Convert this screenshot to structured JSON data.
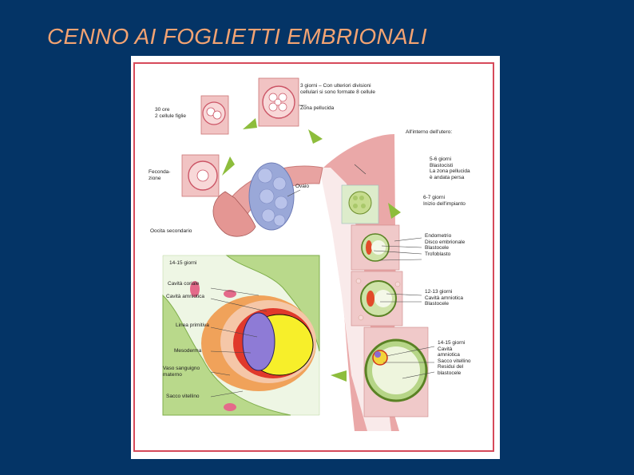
{
  "slide": {
    "title": "CENNO AI FOGLIETTI EMBRIONALI"
  },
  "diagram": {
    "labels": {
      "l30ore": [
        "30 ore",
        "2 cellule figlie"
      ],
      "l3giorni": [
        "3 giorni – Con ulteriori divisioni",
        "cellulari si sono formate 8 cellule"
      ],
      "zona": [
        "Zona pellucida"
      ],
      "utero": [
        "All'interno dell'utero:"
      ],
      "fecond": [
        "Feconda-",
        "zione"
      ],
      "ovaio": [
        "Ovaio"
      ],
      "l56": [
        "5-6 giorni",
        "Blastocisti",
        "La zona pellucida",
        "è andata persa"
      ],
      "l67": [
        "6-7 giorni",
        "Inizio dell'impianto"
      ],
      "oocita": [
        "Oocita secondario"
      ],
      "endo": [
        "Endometrio",
        "Disco embrionale",
        "Blastocele",
        "Trofoblasto"
      ],
      "l1213": [
        "12-13 giorni",
        "Cavità amniotica",
        "Blastocele"
      ],
      "l1415a": [
        "14-15 giorni"
      ],
      "coriale": [
        "Cavità coriale"
      ],
      "amnio": [
        "Cavità amniotica"
      ],
      "linea": [
        "Linea primitiva"
      ],
      "meso": [
        "Mesoderma"
      ],
      "vaso": [
        "Vaso sanguigno",
        "materno"
      ],
      "sacco": [
        "Sacco vitellino"
      ],
      "l1415b": [
        "14-15 giorni",
        "Cavità",
        "amniotica",
        "Sacco vitellino",
        "Residui del",
        "blastocele"
      ]
    }
  }
}
